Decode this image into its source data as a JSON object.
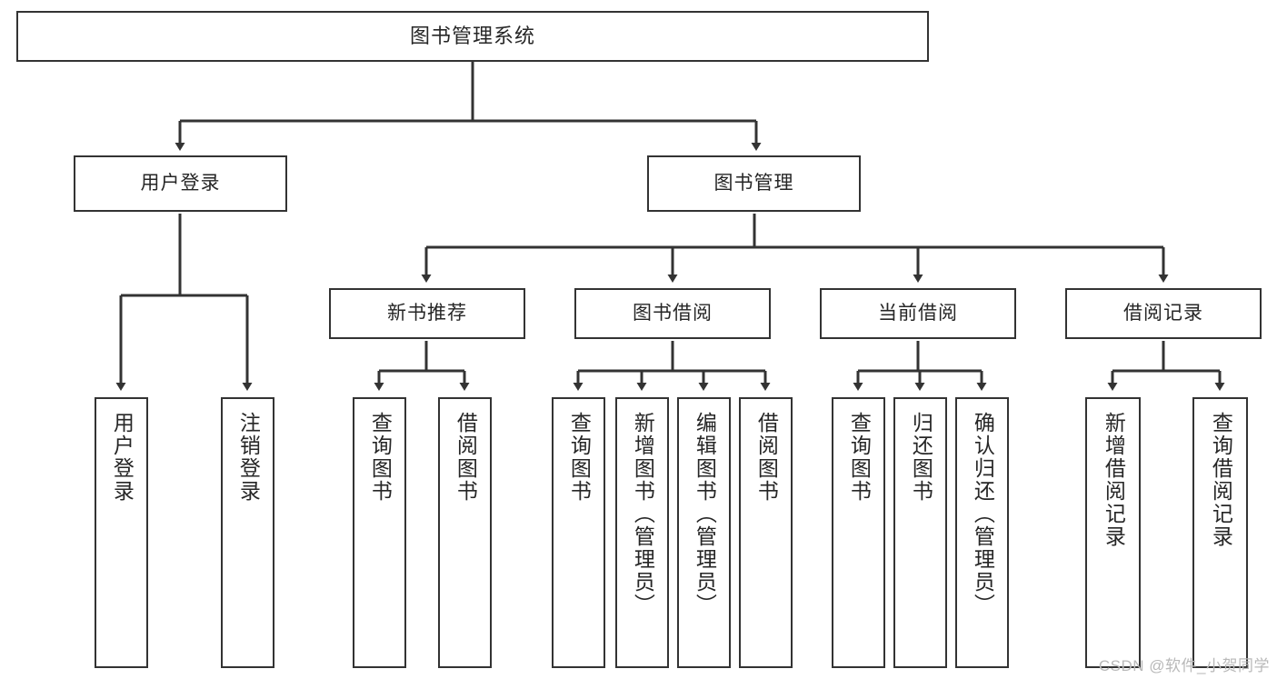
{
  "diagram": {
    "title": "图书管理系统",
    "type": "tree",
    "watermark": "CSDN @软件_小贺同学",
    "colors": {
      "box_border": "#333333",
      "box_fill": "#ffffff",
      "text": "#262626",
      "edge": "#333333",
      "watermark": "#b9b9b9",
      "background": "#ffffff"
    }
  },
  "nodes": {
    "root": {
      "label": "图书管理系统"
    },
    "level2": [
      {
        "id": "user-login",
        "label": "用户登录"
      },
      {
        "id": "book-manage",
        "label": "图书管理"
      }
    ],
    "level3": [
      {
        "id": "new-book-recommend",
        "label": "新书推荐"
      },
      {
        "id": "book-borrow",
        "label": "图书借阅"
      },
      {
        "id": "current-borrow",
        "label": "当前借阅"
      },
      {
        "id": "borrow-record",
        "label": "借阅记录"
      }
    ],
    "leaves": {
      "user_login": [
        {
          "id": "leaf-user-login",
          "label": "用户登录"
        },
        {
          "id": "leaf-logout-login",
          "label": "注销登录"
        }
      ],
      "new_book_recommend": [
        {
          "id": "leaf-query-book-1",
          "label": "查询图书"
        },
        {
          "id": "leaf-borrow-book-1",
          "label": "借阅图书"
        }
      ],
      "book_borrow": [
        {
          "id": "leaf-query-book-2",
          "label": "查询图书"
        },
        {
          "id": "leaf-add-book",
          "label": "新增图书（管理员）"
        },
        {
          "id": "leaf-edit-book",
          "label": "编辑图书（管理员）"
        },
        {
          "id": "leaf-borrow-book-2",
          "label": "借阅图书"
        }
      ],
      "current_borrow": [
        {
          "id": "leaf-query-book-3",
          "label": "查询图书"
        },
        {
          "id": "leaf-return-book",
          "label": "归还图书"
        },
        {
          "id": "leaf-confirm-return",
          "label": "确认归还（管理员）"
        }
      ],
      "borrow_record": [
        {
          "id": "leaf-add-record",
          "label": "新增借阅记录"
        },
        {
          "id": "leaf-query-record",
          "label": "查询借阅记录"
        }
      ]
    }
  }
}
